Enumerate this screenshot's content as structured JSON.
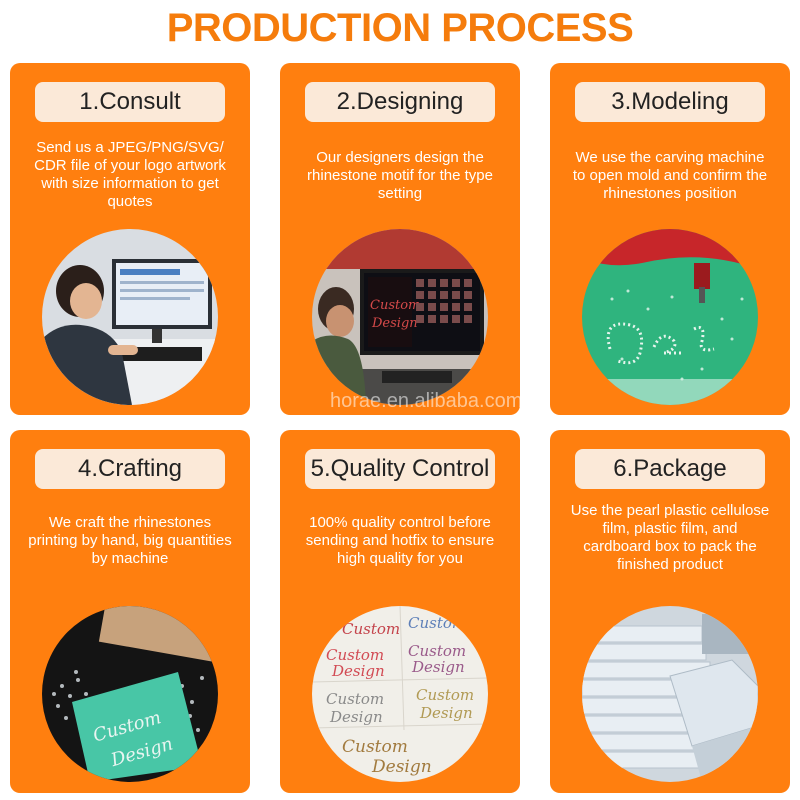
{
  "header": {
    "title": "PRODUCTION PROCESS"
  },
  "watermark": "horae.en.alibaba.com",
  "steps": [
    {
      "label": "1.Consult",
      "description": "Send us a JPEG/PNG/SVG/\nCDR  file of your logo artwork\nwith size information to get\nquotes",
      "image": "person-at-computer-photo"
    },
    {
      "label": "2.Designing",
      "description": "Our designers design the\nrhinestone motif for the type\nsetting",
      "image": "designer-monitor-photo"
    },
    {
      "label": "3.Modeling",
      "description": "We use the carving machine\nto open mold and confirm the\nrhinestones position",
      "image": "carving-machine-photo"
    },
    {
      "label": "4.Crafting",
      "description": "We craft the rhinestones\nprinting by hand, big quantities\nby machine",
      "image": "crafting-rhinestones-photo"
    },
    {
      "label": "5.Quality Control",
      "description": "100% quality control before\nsending and hotfix to ensure\nhigh quality for you",
      "image": "quality-control-photo"
    },
    {
      "label": "6.Package",
      "description": "Use the pearl plastic cellulose\nfilm, plastic film, and\ncardboard box to pack the\nfinished product",
      "image": "package-boxes-photo"
    }
  ],
  "colors": {
    "accent": "#f57c0c",
    "card": "#ff7f0f",
    "pill": "#fbe9d8"
  }
}
